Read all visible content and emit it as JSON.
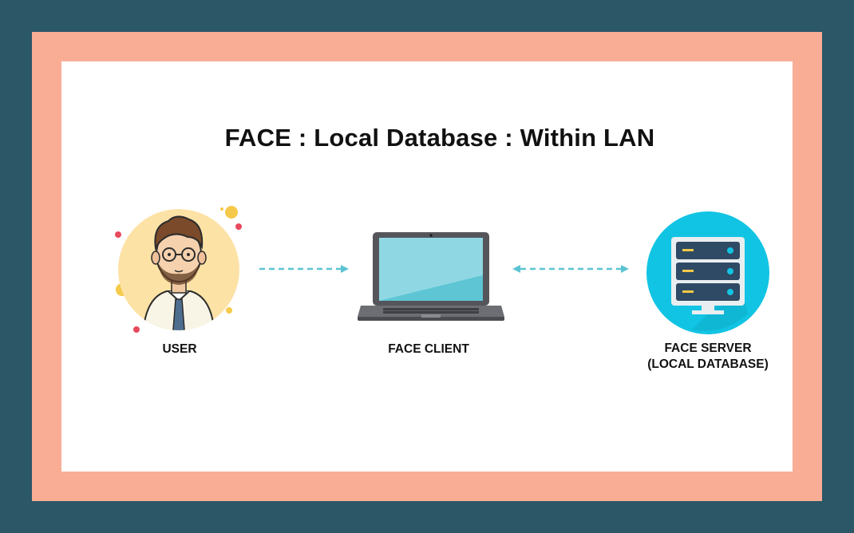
{
  "title": "FACE : Local Database : Within LAN",
  "nodes": {
    "user": {
      "label": "USER",
      "icon": "user-avatar-icon"
    },
    "client": {
      "label": "FACE CLIENT",
      "icon": "laptop-icon"
    },
    "server": {
      "label_line1": "FACE SERVER",
      "label_line2": "(LOCAL DATABASE)",
      "icon": "server-icon"
    }
  },
  "edges": [
    {
      "from": "USER",
      "to": "FACE CLIENT",
      "direction": "one-way",
      "style": "dashed"
    },
    {
      "from": "FACE CLIENT",
      "to": "FACE SERVER",
      "direction": "two-way",
      "style": "dashed"
    }
  ],
  "colors": {
    "background": "#2b5766",
    "frame": "#f8ad94",
    "canvas": "#ffffff",
    "arrow": "#5cc3d2",
    "server_circle": "#12c4e3"
  }
}
